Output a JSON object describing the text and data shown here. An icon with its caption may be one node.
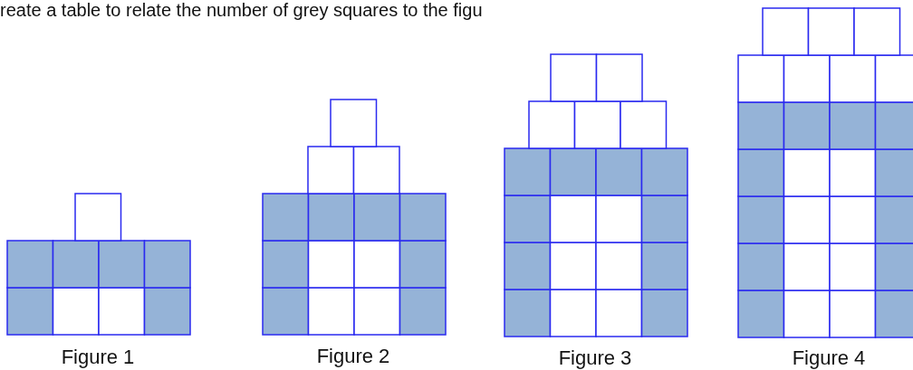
{
  "diagram": {
    "labels": [
      "reate a table to relate the number of grey squares to the figu",
      "Figure 1",
      "Figure 2",
      "Figure 3",
      "Figure 4"
    ]
  }
}
